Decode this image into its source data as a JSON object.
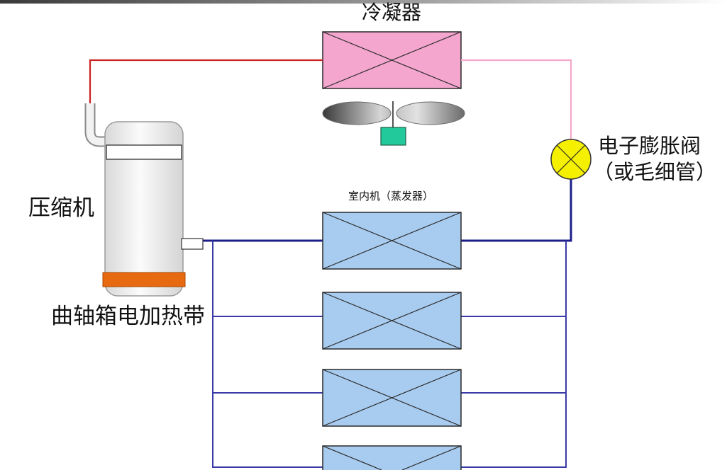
{
  "diagram": {
    "condenser_label": "冷凝器",
    "indoor_unit_label": "室内机（蒸发器）",
    "compressor_label": "压缩机",
    "crankcase_heater_label": "曲轴箱电加热带",
    "valve_label_line1": "电子膨胀阀",
    "valve_label_line2": "（或毛细管）"
  },
  "colors": {
    "condenser": "#f4a6cf",
    "indoor_unit": "#a8ccf0",
    "discharge_pipe": "#cc2222",
    "liquid_pipe": "#f5a8c8",
    "suction_pipe": "#1c1c8a",
    "branch_pipe": "#3a3aa6",
    "valve": "#f5f000",
    "heater_band": "#e86a10",
    "fan_motor": "#22c99a"
  }
}
